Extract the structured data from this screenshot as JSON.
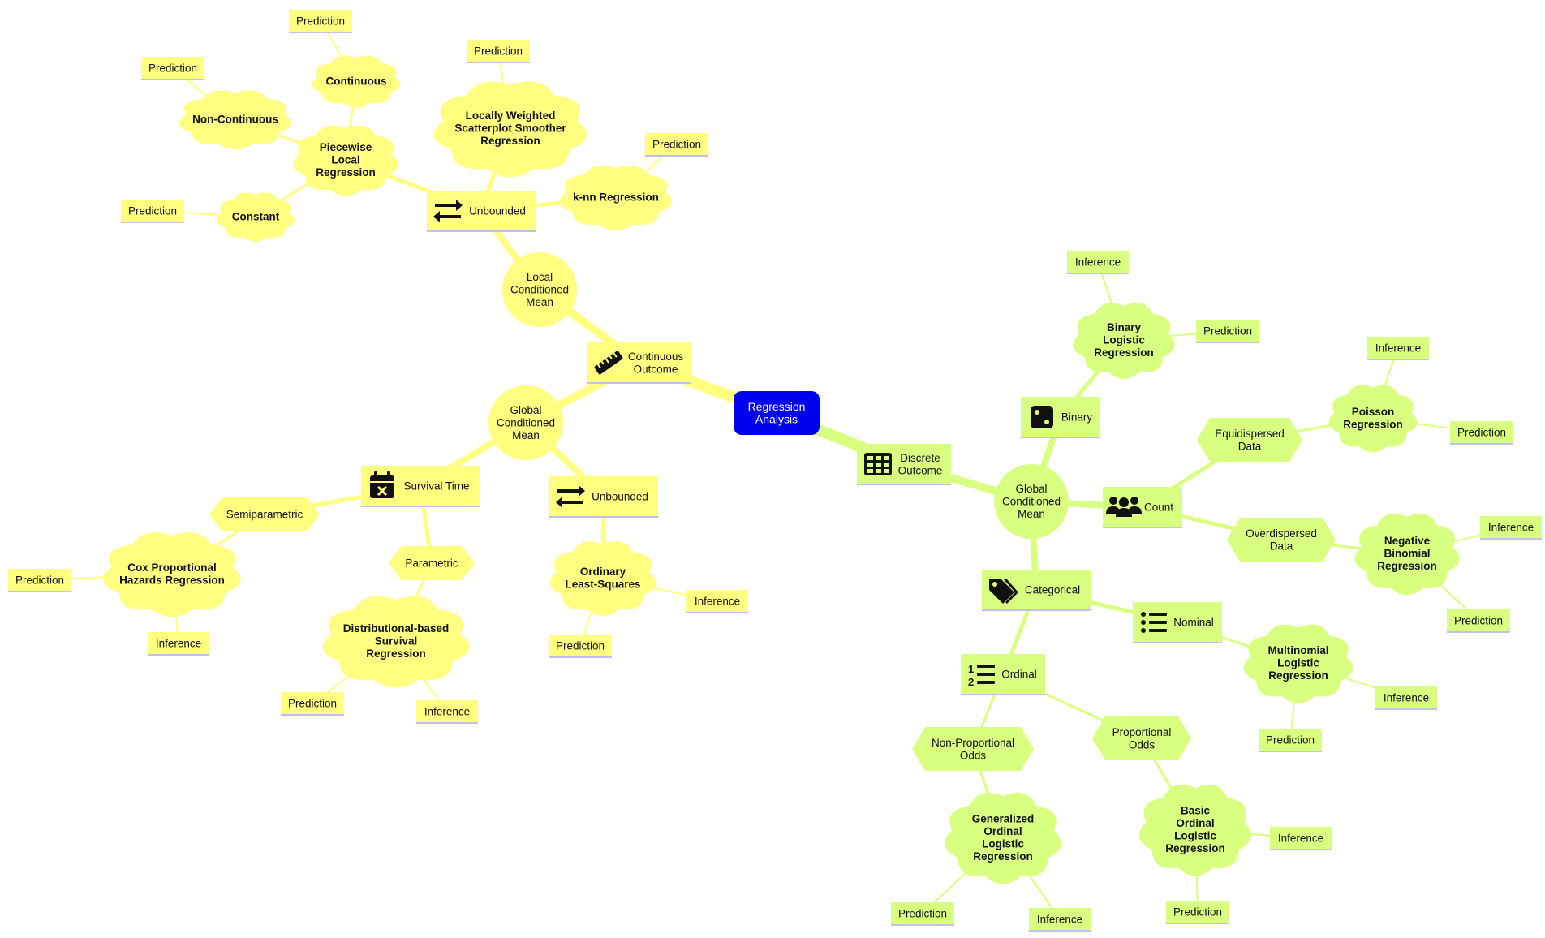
{
  "colors": {
    "continuous_fill": "#ffff80",
    "continuous_edge": "#ffff80",
    "discrete_fill": "#d9ff80",
    "discrete_edge": "#d9ff80",
    "root_fill": "#0000ee",
    "root_text": "#ffffff",
    "leaf_underline": "#c0c0f0",
    "icon": "#111111"
  },
  "mindmap": {
    "root": "Regression\nAnalysis",
    "branches": {
      "continuous": {
        "label": "Continuous\nOutcome",
        "icon": "ruler-icon",
        "local_mean": {
          "label": "Local\nConditioned\nMean",
          "unbounded": {
            "label": "Unbounded",
            "icon": "arrows-exchange-icon",
            "piecewise": {
              "label": "Piecewise\nLocal\nRegression",
              "continuous": {
                "label": "Continuous",
                "leaf": "Prediction"
              },
              "non_continuous": {
                "label": "Non-Continuous",
                "leaf": "Prediction"
              },
              "constant": {
                "label": "Constant",
                "leaf": "Prediction"
              }
            },
            "lowess": {
              "label": "Locally Weighted\nScatterplot Smoother\nRegression",
              "leaf": "Prediction"
            },
            "knn": {
              "label": "k-nn Regression",
              "leaf": "Prediction"
            }
          }
        },
        "global_mean": {
          "label": "Global\nConditioned\nMean",
          "survival": {
            "label": "Survival Time",
            "icon": "calendar-x-icon",
            "semiparametric": {
              "label": "Semiparametric",
              "cox": {
                "label": "Cox Proportional\nHazards Regression",
                "leaf_prediction": "Prediction",
                "leaf_inference": "Inference"
              }
            },
            "parametric": {
              "label": "Parametric",
              "dist": {
                "label": "Distributional-based\nSurvival\nRegression",
                "leaf_prediction": "Prediction",
                "leaf_inference": "Inference"
              }
            }
          },
          "unbounded": {
            "label": "Unbounded",
            "icon": "arrows-exchange-icon",
            "ols": {
              "label": "Ordinary\nLeast-Squares",
              "leaf_prediction": "Prediction",
              "leaf_inference": "Inference"
            }
          }
        }
      },
      "discrete": {
        "label": "Discrete\nOutcome",
        "icon": "table-grid-icon",
        "global_mean": {
          "label": "Global\nConditioned\nMean",
          "binary": {
            "label": "Binary",
            "icon": "dice-icon",
            "logistic": {
              "label": "Binary\nLogistic\nRegression",
              "leaf_inference": "Inference",
              "leaf_prediction": "Prediction"
            }
          },
          "count": {
            "label": "Count",
            "icon": "users-icon",
            "equi": {
              "label": "Equidispersed\nData",
              "poisson": {
                "label": "Poisson\nRegression",
                "leaf_inference": "Inference",
                "leaf_prediction": "Prediction"
              }
            },
            "over": {
              "label": "Overdispersed\nData",
              "negbin": {
                "label": "Negative\nBinomial\nRegression",
                "leaf_inference": "Inference",
                "leaf_prediction": "Prediction"
              }
            }
          },
          "categorical": {
            "label": "Categorical",
            "icon": "tags-icon",
            "nominal": {
              "label": "Nominal",
              "icon": "list-icon",
              "multinomial": {
                "label": "Multinomial\nLogistic\nRegression",
                "leaf_inference": "Inference",
                "leaf_prediction": "Prediction"
              }
            },
            "ordinal": {
              "label": "Ordinal",
              "icon": "ordered-list-icon",
              "nonprop": {
                "label": "Non-Proportional\nOdds",
                "generalized": {
                  "label": "Generalized\nOrdinal\nLogistic\nRegression",
                  "leaf_prediction": "Prediction",
                  "leaf_inference": "Inference"
                }
              },
              "prop": {
                "label": "Proportional\nOdds",
                "basic": {
                  "label": "Basic\nOrdinal\nLogistic\nRegression",
                  "leaf_inference": "Inference",
                  "leaf_prediction": "Prediction"
                }
              }
            }
          }
        }
      }
    }
  }
}
